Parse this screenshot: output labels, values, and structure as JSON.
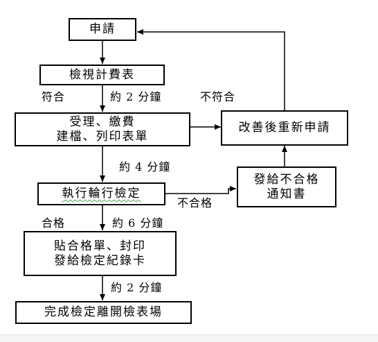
{
  "diagram": {
    "boxes": {
      "apply": "申請",
      "review": "檢視計費表",
      "accept": "受理、繳費\n建檔、列印表單",
      "inspect": "執行輪行檢定",
      "pass_card": "貼合格單、封印\n發給檢定紀錄卡",
      "finish": "完成檢定離開檢表場",
      "reapply": "改善後重新申請",
      "fail_notice": "發給不合格\n通知書"
    },
    "labels": {
      "conform": "符合",
      "time_2min_a": "約 2 分鐘",
      "not_conform": "不符合",
      "time_4min": "約 4 分鐘",
      "not_pass": "不合格",
      "pass": "合格",
      "time_6min": "約 6 分鐘",
      "time_2min_b": "約 2 分鐘"
    }
  }
}
